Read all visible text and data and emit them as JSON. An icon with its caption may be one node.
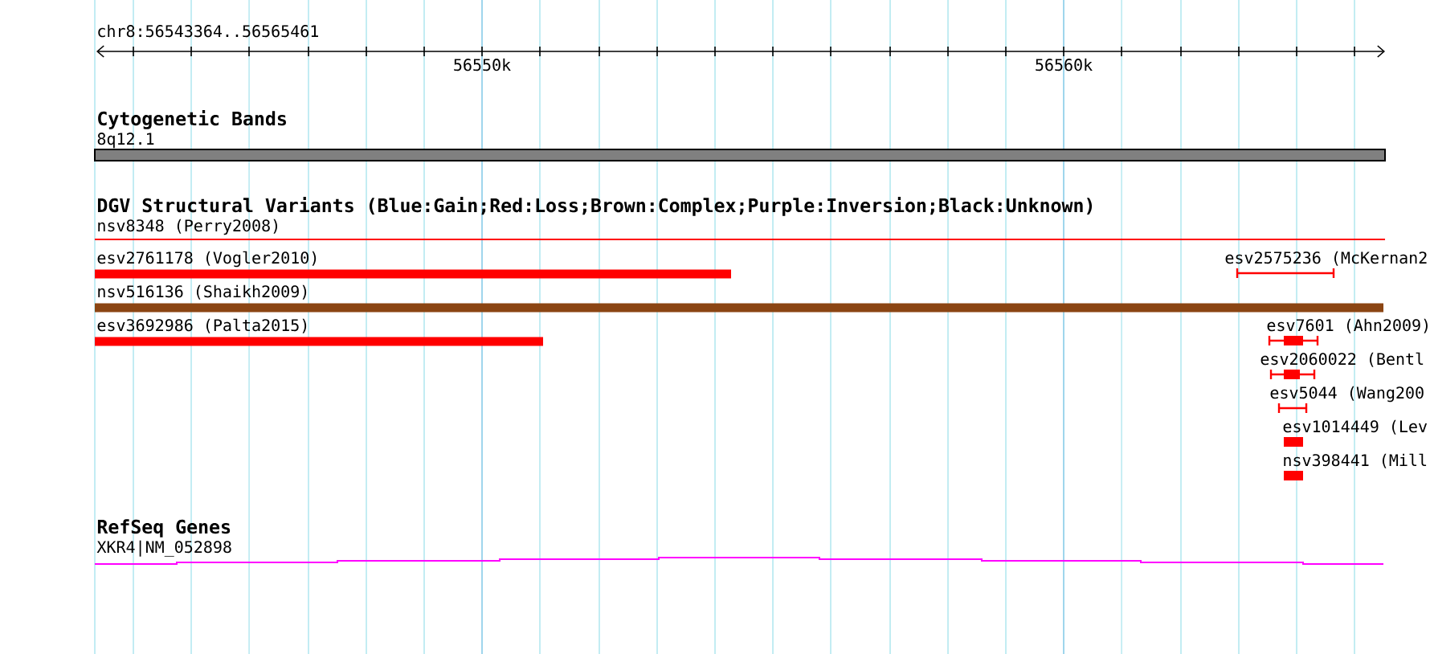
{
  "diagram": {
    "labels": [
      "chr8:56543364..56565461",
      "56550k",
      "56560k",
      "Cytogenetic Bands",
      "8q12.1",
      "DGV Structural Variants (Blue:Gain;Red:Loss;Brown:Complex;Purple:Inversion;Black:Unknown)",
      "nsv8348 (Perry2008)",
      "esv2761178 (Vogler2010)",
      "esv2575236 (McKernan2",
      "nsv516136 (Shaikh2009)",
      "esv3692986 (Palta2015)",
      "esv7601 (Ahn2009)",
      "esv2060022 (Bentl",
      "esv5044 (Wang200",
      "esv1014449 (Lev",
      "nsv398441 (Mill",
      "RefSeq Genes",
      "XKR4|NM_052898"
    ]
  }
}
